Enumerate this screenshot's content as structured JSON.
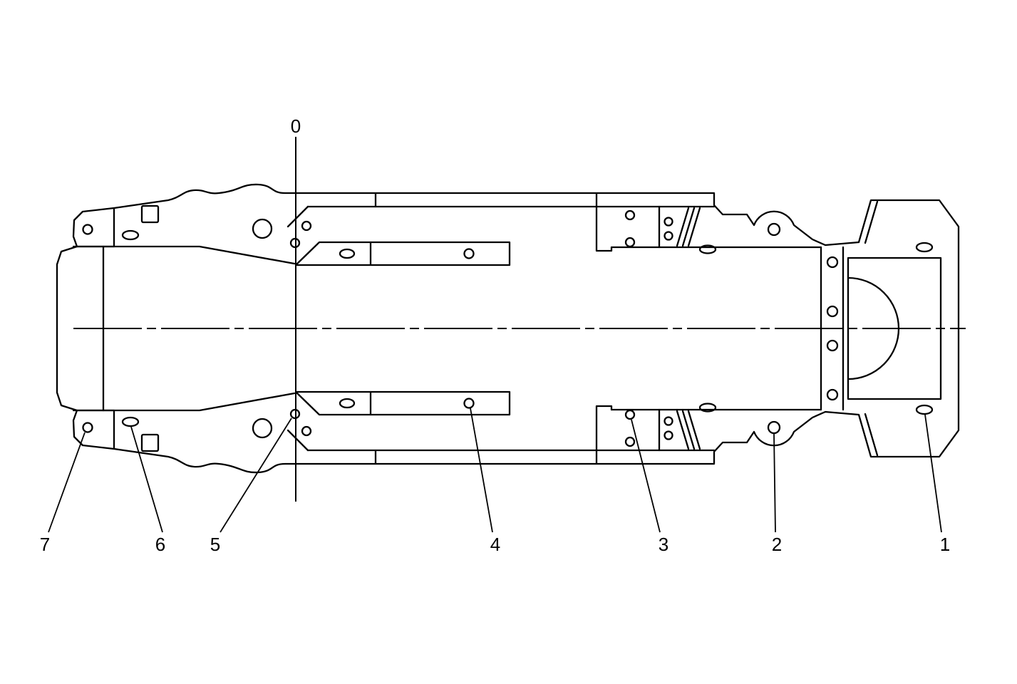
{
  "colors": {
    "background": "#ffffff",
    "line": "#000000"
  },
  "datum_label": "0",
  "callout_labels": {
    "c7": "7",
    "c6": "6",
    "c5": "5",
    "c4": "4",
    "c3": "3",
    "c2": "2",
    "c1": "1"
  }
}
